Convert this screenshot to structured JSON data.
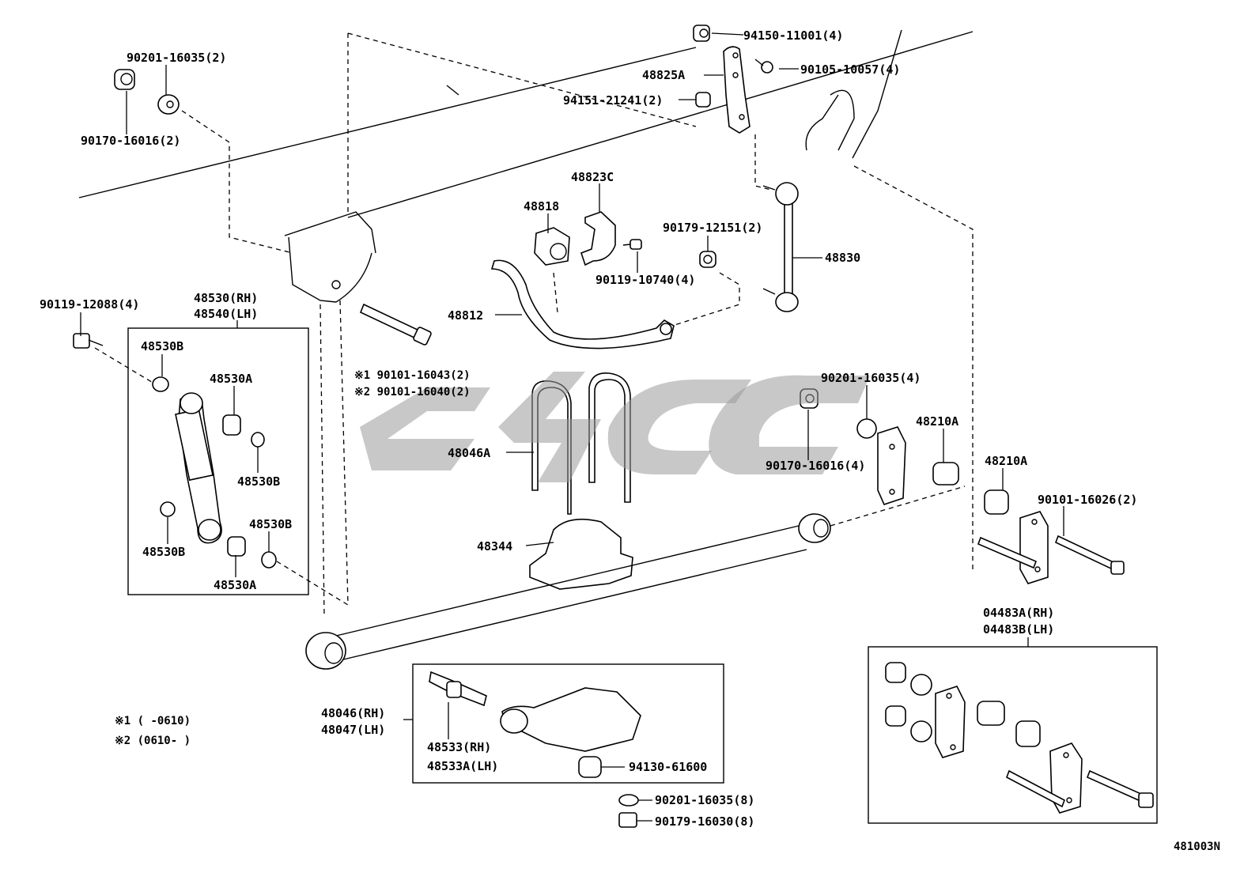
{
  "labels": {
    "p90201_16035_2": "90201-16035(2)",
    "p90170_16016_2": "90170-16016(2)",
    "p94150_11001_4": "94150-11001(4)",
    "p48825A": "48825A",
    "p90105_10057_4": "90105-10057(4)",
    "p94151_21241_2": "94151-21241(2)",
    "p48823C": "48823C",
    "p48818": "48818",
    "p90179_12151_2": "90179-12151(2)",
    "p48830": "48830",
    "p90119_10740_4": "90119-10740(4)",
    "p48812": "48812",
    "p90119_12088_4": "90119-12088(4)",
    "p48530_rh": "48530(RH)",
    "p48540_lh": "48540(LH)",
    "p48530B_1": "48530B",
    "p48530A_1": "48530A",
    "p48530B_2": "48530B",
    "p48530B_3": "48530B",
    "p48530B_4": "48530B",
    "p48530A_2": "48530A",
    "p90101_16043_2": "※1 90101-16043(2)",
    "p90101_16040_2": "※2 90101-16040(2)",
    "p48046A": "48046A",
    "p48344": "48344",
    "p90201_16035_4": "90201-16035(4)",
    "p90170_16016_4": "90170-16016(4)",
    "p48210A_1": "48210A",
    "p48210A_2": "48210A",
    "p90101_16026_2": "90101-16026(2)",
    "p04483A_rh": "04483A(RH)",
    "p04483B_lh": "04483B(LH)",
    "p48046_rh": "48046(RH)",
    "p48047_lh": "48047(LH)",
    "p48533_rh": "48533(RH)",
    "p48533A_lh": "48533A(LH)",
    "p94130_61600": "94130-61600",
    "p90201_16035_8": "90201-16035(8)",
    "p90179_16030_8": "90179-16030(8)"
  },
  "notes": {
    "note1": "※1 (    -0610)",
    "note2": "※2 (0610-    )"
  },
  "figure_code": "481003N"
}
